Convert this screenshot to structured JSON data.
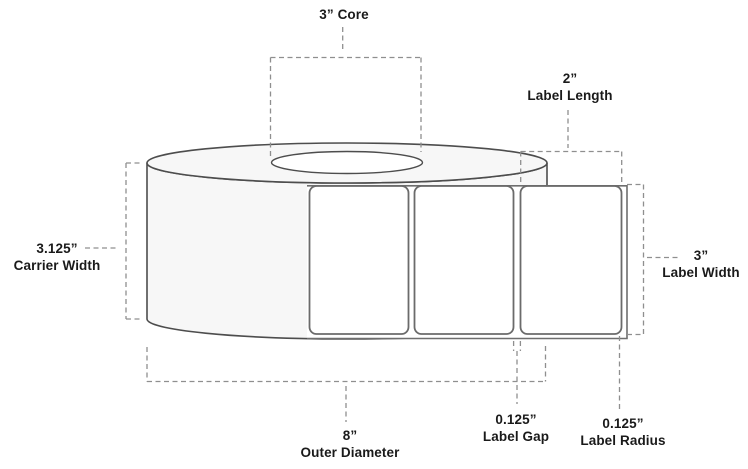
{
  "diagram": {
    "title": "label-roll-dimension-diagram",
    "label_count": 3,
    "annotations": {
      "core": {
        "value": "3”",
        "label": "Core"
      },
      "label_length": {
        "value": "2”",
        "label": "Label Length"
      },
      "carrier_width": {
        "value": "3.125”",
        "label": "Carrier Width"
      },
      "label_width": {
        "value": "3”",
        "label": "Label Width"
      },
      "outer_diameter": {
        "value": "8”",
        "label": "Outer Diameter"
      },
      "label_gap": {
        "value": "0.125”",
        "label": "Label Gap"
      },
      "label_radius": {
        "value": "0.125”",
        "label": "Label Radius"
      }
    },
    "colors": {
      "background": "#ffffff",
      "roll_fill": "#f7f7f7",
      "roll_outline": "#4d4d4d",
      "core_fill": "#ffffff",
      "label_fill": "#ffffff",
      "label_border": "#6b6b6b",
      "liner_edge": "#6e6e6e",
      "dashed_line": "#8f8f8f",
      "text": "#1a1a1a"
    }
  }
}
